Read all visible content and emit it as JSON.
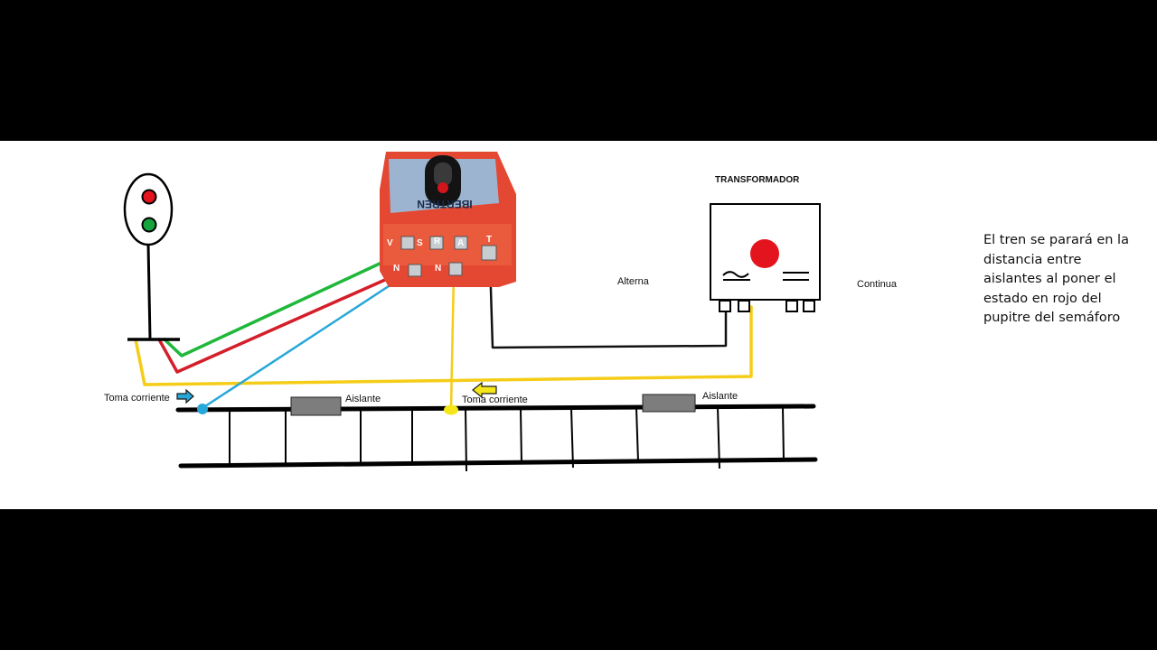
{
  "labels": {
    "transformer_title": "TRANSFORMADOR",
    "alternating": "Alterna",
    "direct": "Continua",
    "power_feed_left": "Toma corriente",
    "power_feed_middle": "Toma corriente",
    "insulator_left": "Aislante",
    "insulator_right": "Aislante"
  },
  "control_box": {
    "brand_text": "IBERTREN",
    "terminals_top": [
      "V",
      "S",
      "R",
      "A",
      "T"
    ],
    "terminals_bottom": [
      "N",
      "N"
    ]
  },
  "note": "El tren se parará en la distancia entre aislantes al poner el estado en rojo del pupitre del semáforo",
  "colors": {
    "green_wire": "#1fb83a",
    "red_wire": "#d41f2a",
    "blue_wire": "#27a7d8",
    "yellow_wire": "#f5cd18",
    "black_wire": "#111111",
    "signal_red": "#e3141d",
    "signal_green": "#17a33d",
    "control_box_body": "#e44832",
    "transformer_button": "#e3141d"
  },
  "icons": [
    "signal-light-icon",
    "arrow-right-icon",
    "arrow-left-icon"
  ]
}
